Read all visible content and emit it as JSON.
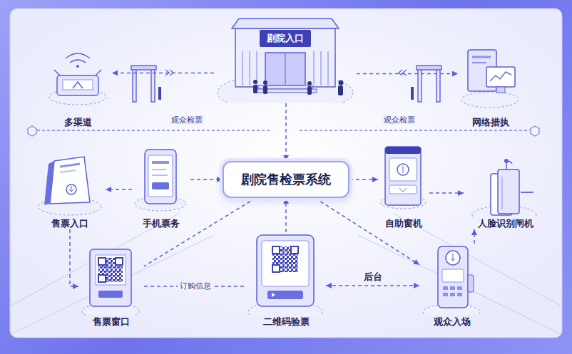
{
  "diagram": {
    "nodes": [
      {
        "text": [
          "剧院入口"
        ]
      },
      {
        "text": [
          "多渠道"
        ]
      },
      {
        "text": [
          "网络措执"
        ]
      },
      {
        "text": [
          "售票入口"
        ]
      },
      {
        "text": [
          "手机票务"
        ]
      },
      {
        "text": [
          "剧院售检票系统"
        ]
      },
      {
        "text": [
          "自助窗机"
        ]
      },
      {
        "text": [
          "人脸识别闸机"
        ]
      },
      {
        "text": [
          "售票窗口"
        ]
      },
      {
        "text": [
          "二维码验票"
        ]
      },
      {
        "text": [
          "观众入场"
        ]
      }
    ],
    "edges": [
      {
        "from": 0,
        "to": 1,
        "arrow": "to"
      },
      {
        "from": 0,
        "to": 2,
        "arrow": "to"
      },
      {
        "from": 0,
        "to": 5,
        "arrow": "to"
      },
      {
        "from": 4,
        "to": 3,
        "arrow": "to"
      },
      {
        "from": 4,
        "to": 5,
        "arrow": "to"
      },
      {
        "from": 5,
        "to": 6,
        "arrow": "to"
      },
      {
        "from": 6,
        "to": 7,
        "arrow": "to"
      },
      {
        "from": 3,
        "to": 8,
        "arrow": "to"
      },
      {
        "from": 8,
        "to": 9,
        "label": "订购信息",
        "arrow": "none"
      },
      {
        "from": 9,
        "to": 5,
        "arrow": "to"
      },
      {
        "from": 5,
        "to": 10,
        "arrow": "to"
      },
      {
        "from": 9,
        "to": 10,
        "label": "后台",
        "arrow": "both"
      },
      {
        "from": 10,
        "to": 7,
        "arrow": "to"
      },
      {
        "from": 5,
        "to": 8,
        "arrow": "none"
      }
    ],
    "labels": [
      "观众检票",
      "观众检票"
    ]
  }
}
